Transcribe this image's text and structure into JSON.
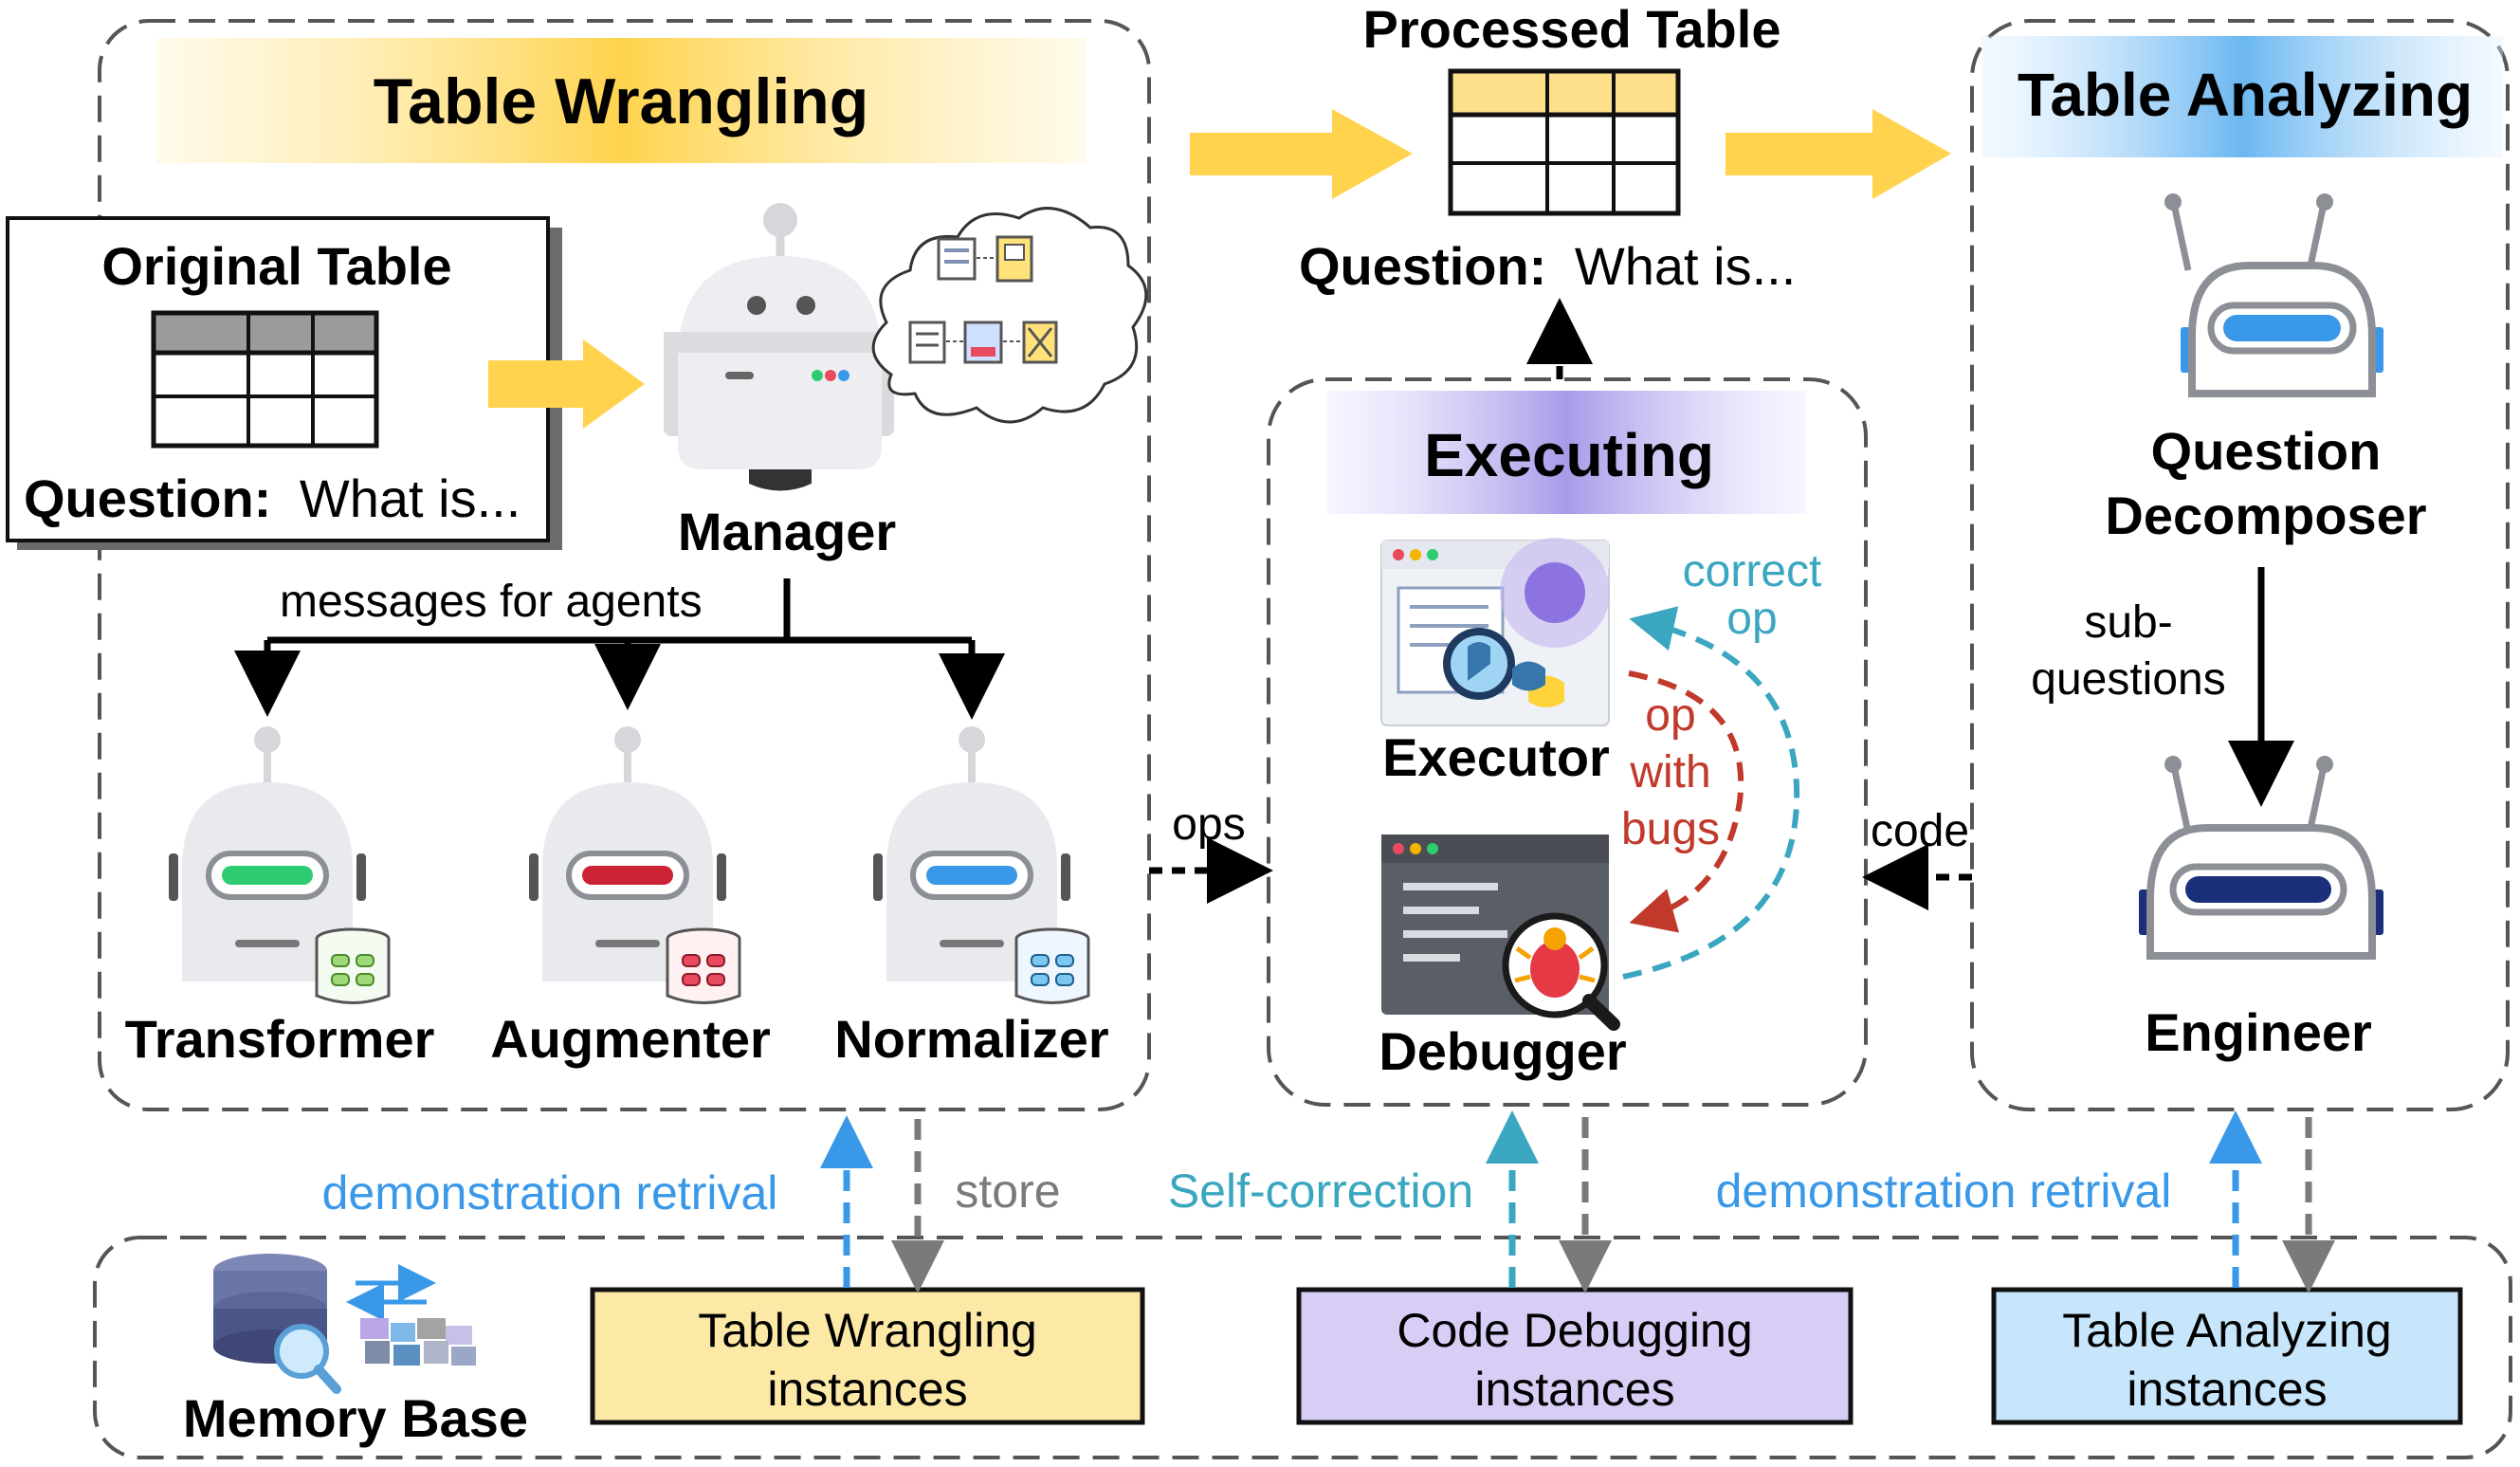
{
  "table_wrangling": {
    "title": "Table Wrangling",
    "original_table": {
      "title": "Original Table",
      "question_label": "Question:",
      "question_text": "What is..."
    },
    "manager": "Manager",
    "messages": "messages for agents",
    "agents": [
      "Transformer",
      "Augmenter",
      "Normalizer"
    ]
  },
  "processed": {
    "title": "Processed Table",
    "question_label": "Question:",
    "question_text": "What is..."
  },
  "executing": {
    "title": "Executing",
    "executor": "Executor",
    "debugger": "Debugger",
    "correct_op": [
      "correct",
      "op"
    ],
    "op_with_bugs": [
      "op",
      "with",
      "bugs"
    ]
  },
  "table_analyzing": {
    "title": "Table Analyzing",
    "decomposer": [
      "Question",
      "Decomposer"
    ],
    "sub_questions": [
      "sub-",
      "questions"
    ],
    "engineer": "Engineer"
  },
  "edges": {
    "ops": "ops",
    "code": "code",
    "store": "store",
    "demo_left": "demonstration retrival",
    "self_correction": "Self-correction",
    "demo_right": "demonstration retrival"
  },
  "memory": {
    "label": "Memory Base",
    "instances": [
      {
        "line1": "Table Wrangling",
        "line2": "instances"
      },
      {
        "line1": "Code Debugging",
        "line2": "instances"
      },
      {
        "line1": "Table Analyzing",
        "line2": "instances"
      }
    ]
  },
  "colors": {
    "yellow": "#ffd34d",
    "purple": "#a99ae8",
    "blue": "#5fb0f0",
    "green": "#2ecc71",
    "red": "#cc2233",
    "cyan": "#3a98e8",
    "teal": "#3aa6c0",
    "bugred": "#c0392b",
    "navy": "#1b2f7a"
  }
}
